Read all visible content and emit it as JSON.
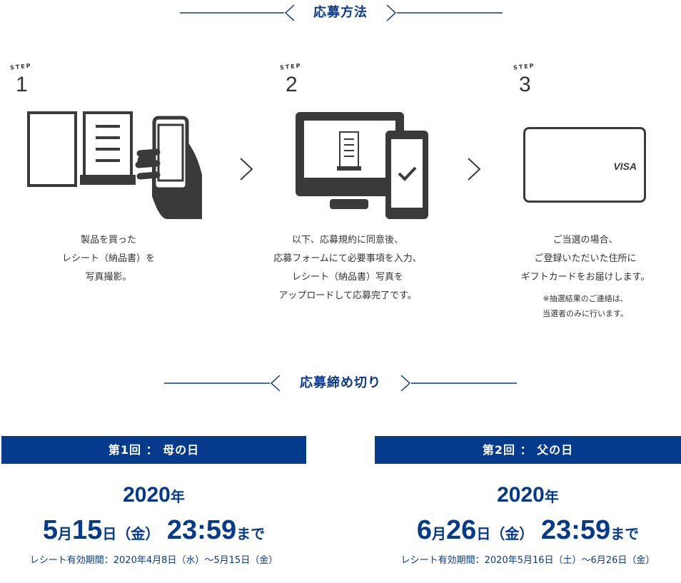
{
  "how_to": {
    "title": "応募方法"
  },
  "steps": [
    {
      "label": "STEP",
      "number": "1",
      "lines": [
        "製品を買った",
        "レシート（納品書）を",
        "写真撮影。"
      ]
    },
    {
      "label": "STEP",
      "number": "2",
      "lines": [
        "以下、応募規約に同意後、",
        "応募フォームにて必要事項を入力、",
        "レシート（納品書）写真を",
        "アップロードして応募完了です。"
      ]
    },
    {
      "label": "STEP",
      "number": "3",
      "lines": [
        "ご当選の場合、",
        "ご登録いただいた住所に",
        "ギフトカードをお届けします。"
      ],
      "notes": [
        "※抽選結果のご連絡は、",
        "当選者のみに行います。"
      ],
      "card_brand": "VISA"
    }
  ],
  "deadline": {
    "title": "応募締め切り",
    "rounds": [
      {
        "label": "第1回 ： 母の日",
        "year": "2020",
        "year_unit": "年",
        "month": "5",
        "month_unit": "月",
        "day": "15",
        "day_unit": "日",
        "weekday": "（金）",
        "time": "23:59",
        "until": "まで",
        "receipt": "レシート有効期間：2020年4月8日（水）～5月15日（金）"
      },
      {
        "label": "第2回 ： 父の日",
        "year": "2020",
        "year_unit": "年",
        "month": "6",
        "month_unit": "月",
        "day": "26",
        "day_unit": "日",
        "weekday": "（金）",
        "time": "23:59",
        "until": "まで",
        "receipt": "レシート有効期間：2020年5月16日（土）～6月26日（金）"
      }
    ]
  },
  "colors": {
    "accent": "#063a8c",
    "icon": "#3a3a3a",
    "text": "#333333"
  }
}
